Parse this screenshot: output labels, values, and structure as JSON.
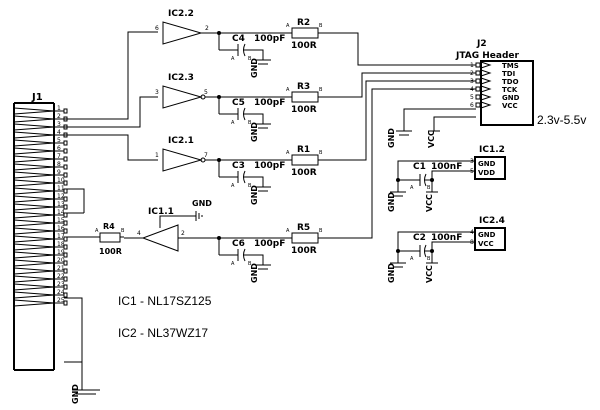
{
  "connector_j1": {
    "name": "J1",
    "pins": [
      "1",
      "2",
      "3",
      "4",
      "5",
      "6",
      "7",
      "8",
      "9",
      "10",
      "11",
      "12",
      "13",
      "14",
      "15",
      "16",
      "17",
      "18",
      "19",
      "20",
      "21",
      "22",
      "23",
      "24",
      "25"
    ]
  },
  "jtag": {
    "ref": "J2",
    "title": "JTAG Header",
    "pins": [
      "1",
      "2",
      "3",
      "4",
      "5",
      "6"
    ],
    "signals": [
      "TMS",
      "TDI",
      "TDO",
      "TCK",
      "GND",
      "VCC"
    ],
    "voltage": "2.3v-5.5v"
  },
  "buffers": [
    {
      "ref": "IC2.2",
      "in_pin": "6",
      "out_pin": "2"
    },
    {
      "ref": "IC2.3",
      "in_pin": "3",
      "out_pin": "5"
    },
    {
      "ref": "IC2.1",
      "in_pin": "1",
      "out_pin": "7"
    },
    {
      "ref": "IC1.1",
      "in_pin": "4",
      "out_pin": "2"
    }
  ],
  "resistors": [
    {
      "ref": "R2",
      "value": "100R"
    },
    {
      "ref": "R3",
      "value": "100R"
    },
    {
      "ref": "R1",
      "value": "100R"
    },
    {
      "ref": "R5",
      "value": "100R"
    },
    {
      "ref": "R4",
      "value": "100R"
    }
  ],
  "capacitors": [
    {
      "ref": "C4",
      "value": "100pF"
    },
    {
      "ref": "C5",
      "value": "100pF"
    },
    {
      "ref": "C3",
      "value": "100pF"
    },
    {
      "ref": "C6",
      "value": "100pF"
    },
    {
      "ref": "C1",
      "value": "100nF"
    },
    {
      "ref": "C2",
      "value": "100nF"
    }
  ],
  "power_blocks": [
    {
      "ref": "IC1.2",
      "pin_top": "3",
      "pin_bottom": "5",
      "label_top": "GND",
      "label_bottom": "VDD"
    },
    {
      "ref": "IC2.4",
      "pin_top": "4",
      "pin_bottom": "8",
      "label_top": "GND",
      "label_bottom": "VCC"
    }
  ],
  "pin_ab": {
    "a": "A",
    "b": "B"
  },
  "net_labels": {
    "gnd": "GND",
    "vcc": "VCC"
  },
  "notes": [
    "IC1 - NL17SZ125",
    "IC2 - NL37WZ17"
  ]
}
